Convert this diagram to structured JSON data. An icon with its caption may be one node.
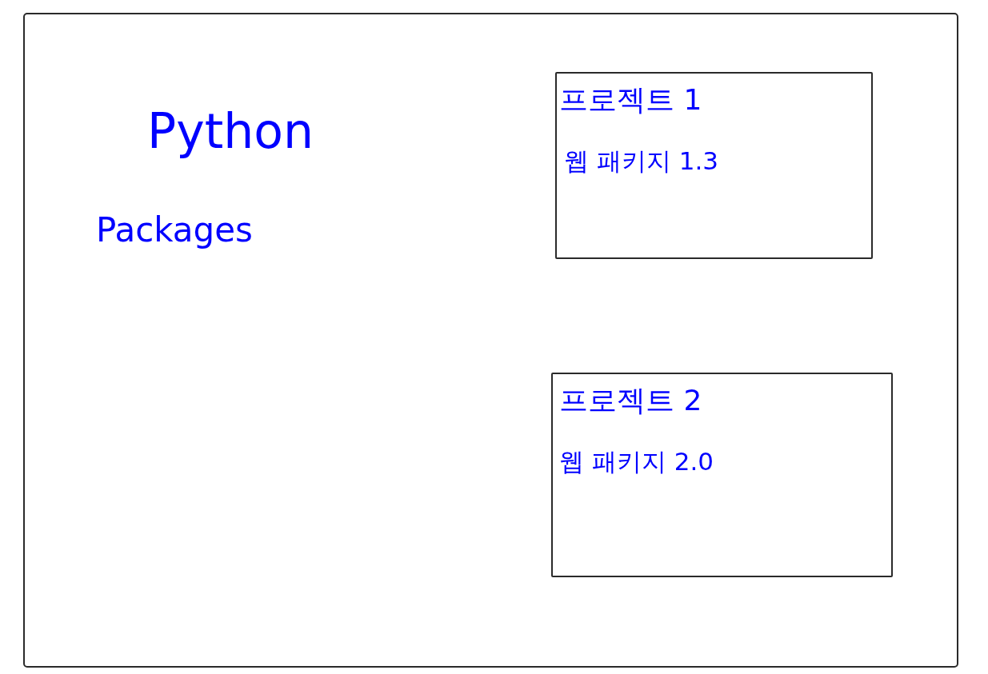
{
  "diagram": {
    "nodes": [
      {
        "text": [
          "Python",
          "Packages"
        ]
      },
      {
        "text": [
          "프로젝트 1",
          "웹 패키지 1.3"
        ],
        "in": 0
      },
      {
        "text": [
          "프로젝트 2",
          "웹 패키지 2.0"
        ],
        "in": 0
      }
    ]
  }
}
